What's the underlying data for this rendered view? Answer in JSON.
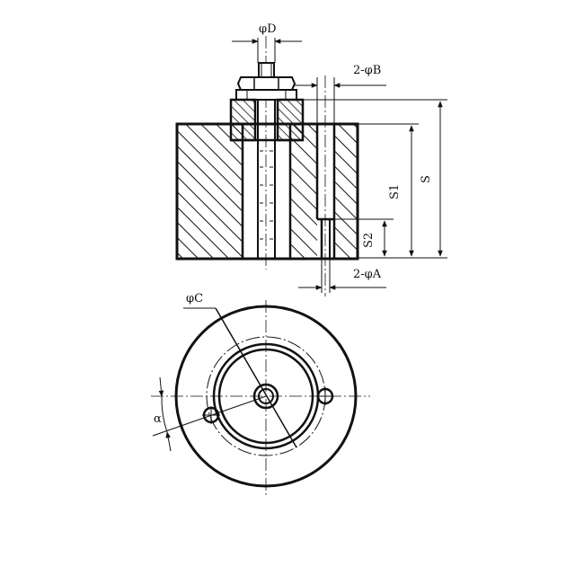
{
  "labels": {
    "phi_d": "φD",
    "two_phi_b": "2-φB",
    "s1": "S1",
    "s": "S",
    "s2": "S2",
    "two_phi_a": "2-φA",
    "phi_c": "φC",
    "alpha": "α"
  },
  "colors": {
    "ink": "#111111",
    "background": "#ffffff"
  }
}
